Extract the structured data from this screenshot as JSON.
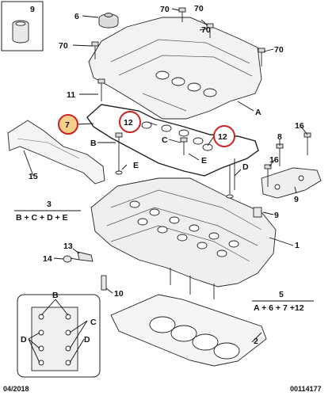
{
  "callouts": {
    "c9": "9",
    "c6": "6",
    "c70a": "70",
    "c70b": "70",
    "c70c": "70",
    "c70d": "70",
    "c70e": "70",
    "c11": "11",
    "c7": "7",
    "c12a": "12",
    "c12b": "12",
    "cA": "A",
    "cC": "C",
    "cB": "B",
    "cE1": "E",
    "cE2": "E",
    "cD": "D",
    "c16a": "16",
    "c16b": "16",
    "c8": "8",
    "c9b": "9",
    "c1": "1",
    "c15": "15",
    "c13": "13",
    "c14": "14",
    "c10": "10",
    "c2": "2"
  },
  "formulas": {
    "f3_num": "3",
    "f3_expr": "B + C + D + E",
    "f5_num": "5",
    "f5_expr": "A + 6 + 7 +12"
  },
  "inset": {
    "labels": {
      "B": "B",
      "C": "C",
      "D1": "D",
      "D2": "D"
    }
  },
  "footer": {
    "date": "04/2018",
    "ref": "00114177"
  },
  "highlight": {
    "circle_color": "#cc2222",
    "badge_color": "#f5d08a"
  }
}
